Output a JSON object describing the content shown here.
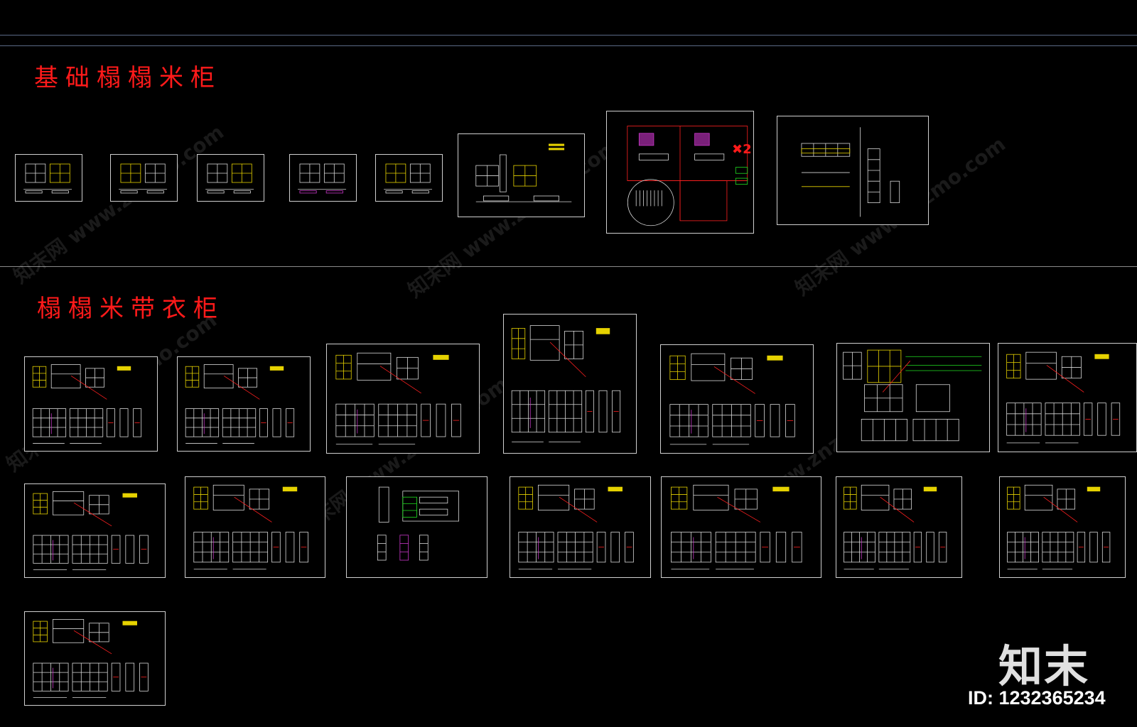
{
  "section_basic": {
    "title": "基础榻榻米柜"
  },
  "section_wardrobe": {
    "title": "榻榻米带衣柜"
  },
  "detail_mark": "✖2",
  "brand": {
    "logo": "知末",
    "id": "ID: 1232365234"
  },
  "watermark": "知末网 www.znzmo.com",
  "colors": {
    "background": "#000000",
    "title": "#ff1a1a",
    "frame": "#cfcfcf",
    "line": "#d8d8d8",
    "guide": "#5a6a86"
  }
}
